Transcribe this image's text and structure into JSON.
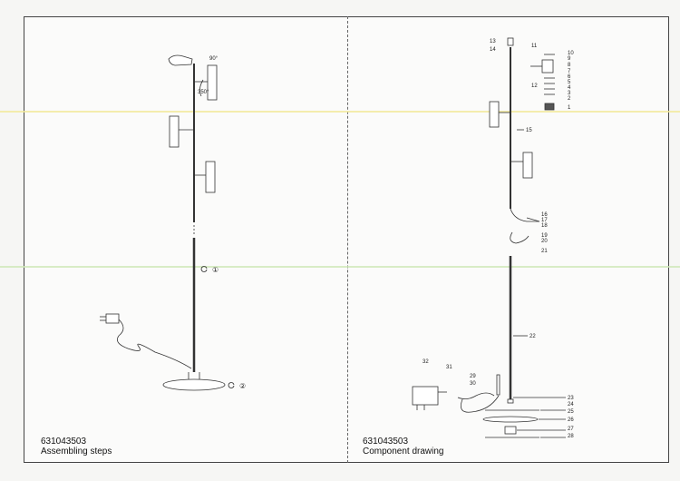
{
  "left_panel": {
    "model": "631043503",
    "caption": "Assembling steps",
    "angle_top": "90°",
    "angle_rotate": "350°",
    "step1": "①",
    "step2": "②"
  },
  "right_panel": {
    "model": "631043503",
    "caption": "Component drawing",
    "part_labels": [
      "1",
      "2",
      "3",
      "4",
      "5",
      "6",
      "7",
      "8",
      "9",
      "10",
      "11",
      "12",
      "13",
      "14",
      "15",
      "16",
      "17",
      "18",
      "19",
      "20",
      "21",
      "22",
      "23",
      "24",
      "25",
      "26",
      "27",
      "28",
      "29",
      "30",
      "31",
      "32"
    ]
  }
}
